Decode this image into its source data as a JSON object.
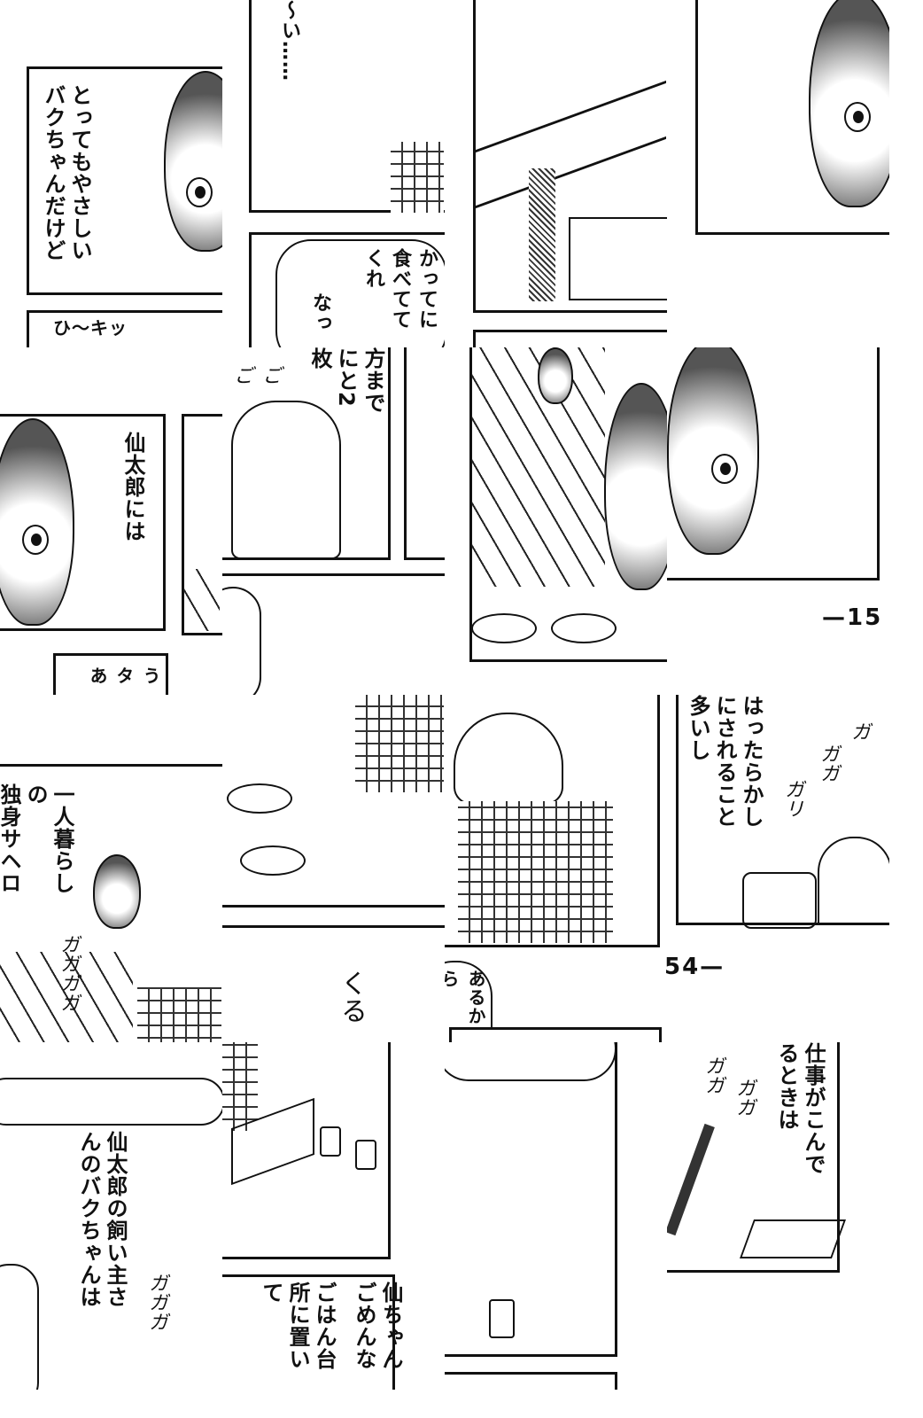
{
  "tiles": {
    "r0c0": {
      "text1": "とってもやさしいバクちゃんだけど",
      "text2": "ひ〜キッ"
    },
    "r0c1": {
      "text1": "〜い……",
      "text2": "かってに食べててくれ",
      "text3": "なっ"
    },
    "r1c0": {
      "text1": "仙太郎には",
      "text2": "うタあ"
    },
    "r1c1": {
      "text1": "方までにと2枚",
      "sfx": "ごご"
    },
    "r1c3": {
      "page_number": "—15"
    },
    "r2c0": {
      "text1": "一人暮らしの",
      "text2": "独身サヘロ",
      "sfx": "ガガガガ"
    },
    "r2c1": {
      "text1": "くる"
    },
    "r2c2": {
      "page_number": "54—",
      "text1": "あるから"
    },
    "r2c3": {
      "text1": "はったらかしにされること多いし",
      "sfx1": "ガ",
      "sfx2": "ガガ",
      "sfx3": "ガリ"
    },
    "r3c0": {
      "text1": "仙太郎の飼い主さんのバクちゃんは",
      "sfx": "ガガガ"
    },
    "r3c1": {
      "text1": "仙ちゃんごめんな",
      "text2": "ごはん台所に置いて"
    },
    "r3c3": {
      "text1": "仕事がこんでるときは",
      "sfx1": "ガガ",
      "sfx2": "ガガ"
    }
  }
}
